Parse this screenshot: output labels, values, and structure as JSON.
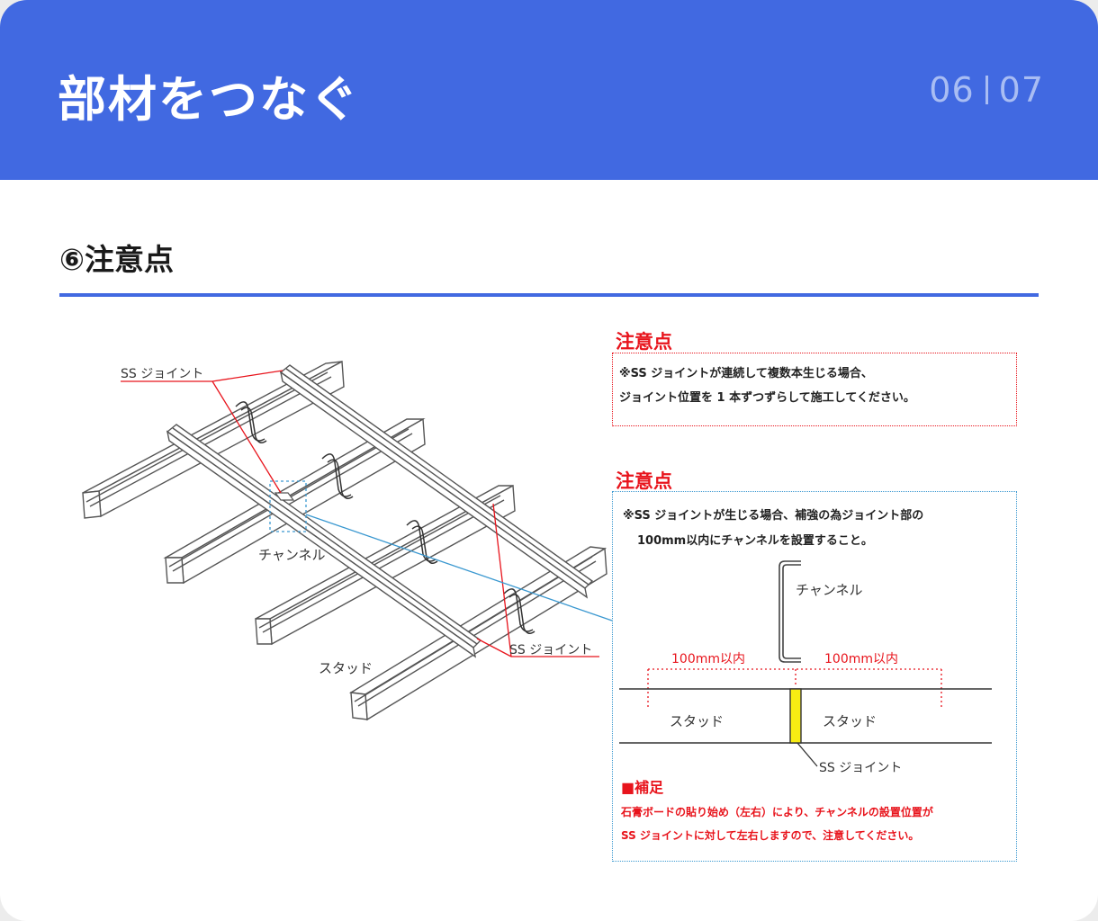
{
  "header": {
    "title": "部材をつなぐ",
    "page_current": "06",
    "page_total": "07"
  },
  "section": {
    "title": "⑥注意点"
  },
  "diagram": {
    "label_ss_joint_top": "SS ジョイント",
    "label_channel": "チャンネル",
    "label_ss_joint_bottom": "SS ジョイント",
    "label_stud": "スタッド"
  },
  "note1": {
    "heading": "注意点",
    "line1": "※SS ジョイントが連続して複数本生じる場合、",
    "line2": "ジョイント位置を 1 本ずつずらして施工してください。"
  },
  "note2": {
    "heading": "注意点",
    "line1": "※SS ジョイントが生じる場合、補強の為ジョイント部の",
    "line2": "100mm以内にチャンネルを設置すること。",
    "channel_label": "チャンネル",
    "dim_left": "100mm以内",
    "dim_right": "100mm以内",
    "stud_left": "スタッド",
    "stud_right": "スタッド",
    "joint_label": "SS ジョイント",
    "supplement_heading": "■補足",
    "supplement_line1": "石膏ボードの貼り始め（左右）により、チャンネルの設置位置が",
    "supplement_line2": "SS ジョイントに対して左右しますので、注意してください。"
  },
  "colors": {
    "header_bg": "#4169e1",
    "accent_red": "#e8141c",
    "accent_blue": "#3a98d0",
    "joint_yellow": "#f7ec13"
  }
}
